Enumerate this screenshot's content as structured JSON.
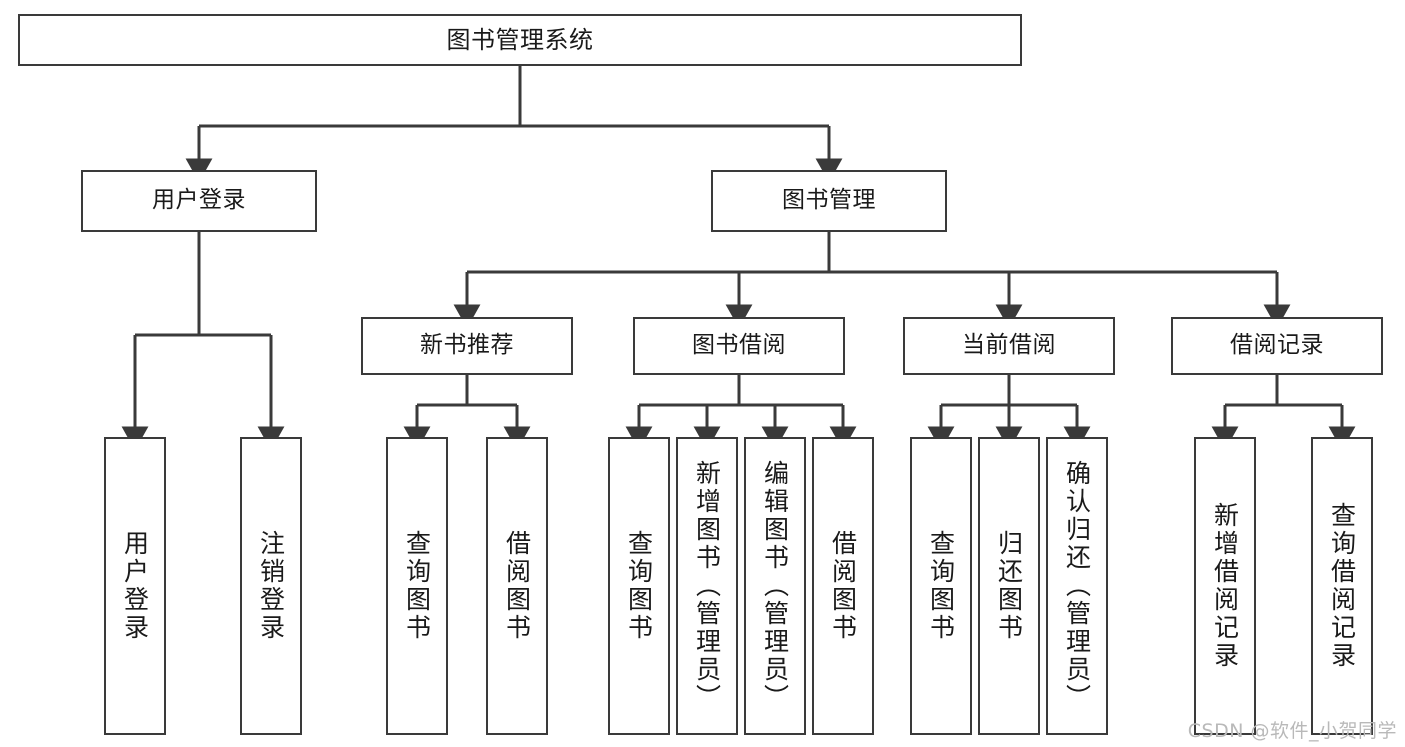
{
  "diagram": {
    "title": "图书管理系统",
    "type": "tree-hierarchy",
    "nodes": {
      "root": {
        "label": "图书管理系统"
      },
      "user_login": {
        "label": "用户登录"
      },
      "book_manage": {
        "label": "图书管理"
      },
      "new_book_rec": {
        "label": "新书推荐"
      },
      "book_borrow": {
        "label": "图书借阅"
      },
      "current_borrow": {
        "label": "当前借阅"
      },
      "borrow_record": {
        "label": "借阅记录"
      },
      "leaf_user_login": {
        "label": "用户登录"
      },
      "leaf_logout": {
        "label": "注销登录"
      },
      "leaf_query_book_1": {
        "label": "查询图书"
      },
      "leaf_borrow_book_1": {
        "label": "借阅图书"
      },
      "leaf_query_book_2": {
        "label": "查询图书"
      },
      "leaf_add_book": {
        "label": "新增图书（管理员）"
      },
      "leaf_edit_book": {
        "label": "编辑图书（管理员）"
      },
      "leaf_borrow_book_2": {
        "label": "借阅图书"
      },
      "leaf_query_book_3": {
        "label": "查询图书"
      },
      "leaf_return_book": {
        "label": "归还图书"
      },
      "leaf_confirm_return": {
        "label": "确认归还（管理员）"
      },
      "leaf_add_record": {
        "label": "新增借阅记录"
      },
      "leaf_query_record": {
        "label": "查询借阅记录"
      }
    },
    "edges": [
      {
        "from": "root",
        "to": "user_login"
      },
      {
        "from": "root",
        "to": "book_manage"
      },
      {
        "from": "book_manage",
        "to": "new_book_rec"
      },
      {
        "from": "book_manage",
        "to": "book_borrow"
      },
      {
        "from": "book_manage",
        "to": "current_borrow"
      },
      {
        "from": "book_manage",
        "to": "borrow_record"
      },
      {
        "from": "user_login",
        "to": "leaf_user_login"
      },
      {
        "from": "user_login",
        "to": "leaf_logout"
      },
      {
        "from": "new_book_rec",
        "to": "leaf_query_book_1"
      },
      {
        "from": "new_book_rec",
        "to": "leaf_borrow_book_1"
      },
      {
        "from": "book_borrow",
        "to": "leaf_query_book_2"
      },
      {
        "from": "book_borrow",
        "to": "leaf_add_book"
      },
      {
        "from": "book_borrow",
        "to": "leaf_edit_book"
      },
      {
        "from": "book_borrow",
        "to": "leaf_borrow_book_2"
      },
      {
        "from": "current_borrow",
        "to": "leaf_query_book_3"
      },
      {
        "from": "current_borrow",
        "to": "leaf_return_book"
      },
      {
        "from": "current_borrow",
        "to": "leaf_confirm_return"
      },
      {
        "from": "borrow_record",
        "to": "leaf_add_record"
      },
      {
        "from": "borrow_record",
        "to": "leaf_query_record"
      }
    ],
    "colors": {
      "border": "#3a3a3a",
      "background": "#ffffff",
      "text": "#1a1a1a",
      "watermark": "#b9b9b9"
    }
  },
  "watermark": {
    "text": "CSDN @软件_小贺同学"
  }
}
